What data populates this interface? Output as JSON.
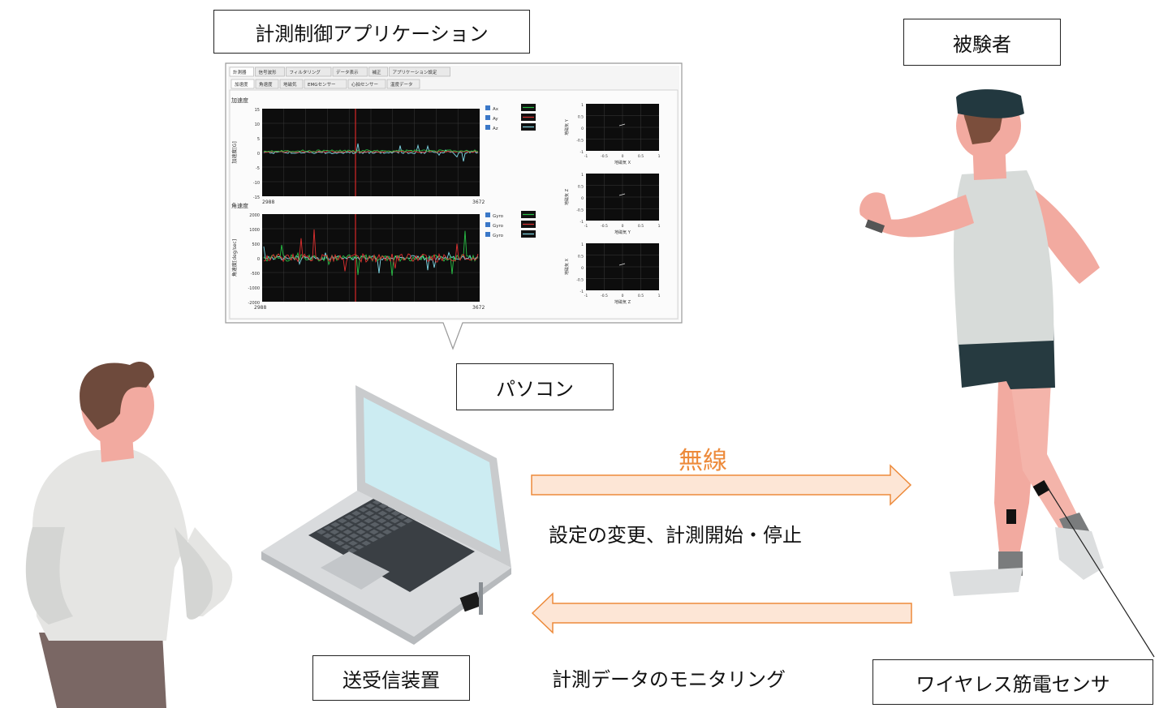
{
  "labels": {
    "app_title": "計測制御アプリケーション",
    "subject": "被験者",
    "pc": "パソコン",
    "transceiver": "送受信装置",
    "sensor": "ワイヤレス筋電センサ"
  },
  "flows": {
    "wireless": "無線",
    "to_sensor": "設定の変更、計測開始・停止",
    "to_pc": "計測データのモニタリング"
  },
  "app_window": {
    "main_tabs": [
      "計測器",
      "信号波形",
      "フィルタリング",
      "データ表示",
      "補正",
      "アプリケーション設定"
    ],
    "sub_tabs": [
      "加速度",
      "角速度",
      "地磁気",
      "EMGセンサー",
      "心拍センサー",
      "温度データ"
    ],
    "plot1": {
      "title": "加速度",
      "ylabel": "加速度[G]",
      "yticks": [
        "15",
        "10",
        "5",
        "0",
        "-5",
        "-10",
        "-15"
      ],
      "x_start": "2988",
      "x_end": "3672",
      "legend": [
        "Ax",
        "Ay",
        "Az"
      ]
    },
    "plot2": {
      "title": "角速度",
      "ylabel": "角速度[deg/sec]",
      "yticks": [
        "2000",
        "1000",
        "500",
        "0",
        "-500",
        "-1000",
        "-2000"
      ],
      "x_start": "2988",
      "x_end": "3672",
      "legend": [
        "Gyro",
        "Gyro",
        "Gyro"
      ]
    },
    "mag_plots": [
      {
        "xlabel": "地磁気 X",
        "ylabel": "地磁気 Y"
      },
      {
        "xlabel": "地磁気 Y",
        "ylabel": "地磁気 Z"
      },
      {
        "xlabel": "地磁気 Z",
        "ylabel": "地磁気 X"
      }
    ],
    "mag_ticks": [
      "1",
      "0.5",
      "0",
      "-0.5",
      "-1"
    ]
  },
  "colors": {
    "arrow_fill": "#fde6d6",
    "arrow_stroke": "#ed8a3a",
    "wireless_text": "#ed8a3a",
    "skin": "#f2aaa0",
    "shirt": "#d7dbd9",
    "shorts": "#263a40",
    "plot_bg": "#0d0d0d",
    "series": [
      "#29c046",
      "#e03030",
      "#7fd8e6"
    ]
  }
}
